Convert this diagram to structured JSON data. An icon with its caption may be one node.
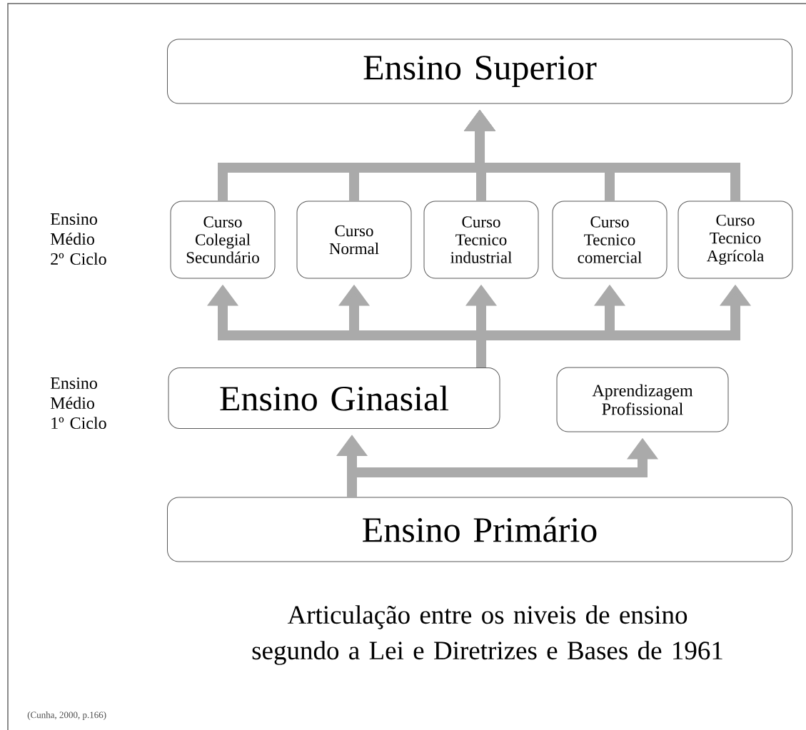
{
  "diagram": {
    "caption": "Articulação entre os niveis de ensino segundo a Lei e Diretrizes e Bases de 1961",
    "nodes": [
      {
        "text": [
          "Ensino Superior"
        ]
      },
      {
        "text": [
          "Curso Colegial Secundário"
        ]
      },
      {
        "text": [
          "Curso Normal"
        ]
      },
      {
        "text": [
          "Curso Tecnico industrial"
        ]
      },
      {
        "text": [
          "Curso Tecnico comercial"
        ]
      },
      {
        "text": [
          "Curso Tecnico Agrícola"
        ]
      },
      {
        "text": [
          "Ensino Ginasial"
        ]
      },
      {
        "text": [
          "Aprendizagem Profissional"
        ]
      },
      {
        "text": [
          "Ensino Primário"
        ]
      }
    ],
    "edges": [
      {
        "from": 1,
        "to": 0,
        "arrow": "to"
      },
      {
        "from": 2,
        "to": 0,
        "arrow": "to"
      },
      {
        "from": 3,
        "to": 0,
        "arrow": "to"
      },
      {
        "from": 4,
        "to": 0,
        "arrow": "to"
      },
      {
        "from": 5,
        "to": 0,
        "arrow": "to"
      },
      {
        "from": 6,
        "to": 1,
        "arrow": "to"
      },
      {
        "from": 6,
        "to": 2,
        "arrow": "to"
      },
      {
        "from": 6,
        "to": 3,
        "arrow": "to"
      },
      {
        "from": 6,
        "to": 4,
        "arrow": "to"
      },
      {
        "from": 6,
        "to": 5,
        "arrow": "to"
      },
      {
        "from": 8,
        "to": 6,
        "arrow": "to"
      },
      {
        "from": 8,
        "to": 7,
        "arrow": "to"
      }
    ],
    "labels": [
      "Ensino Médio 2º Ciclo",
      "Ensino Médio 1º Ciclo",
      "(Cunha, 2000, p.166)"
    ]
  }
}
